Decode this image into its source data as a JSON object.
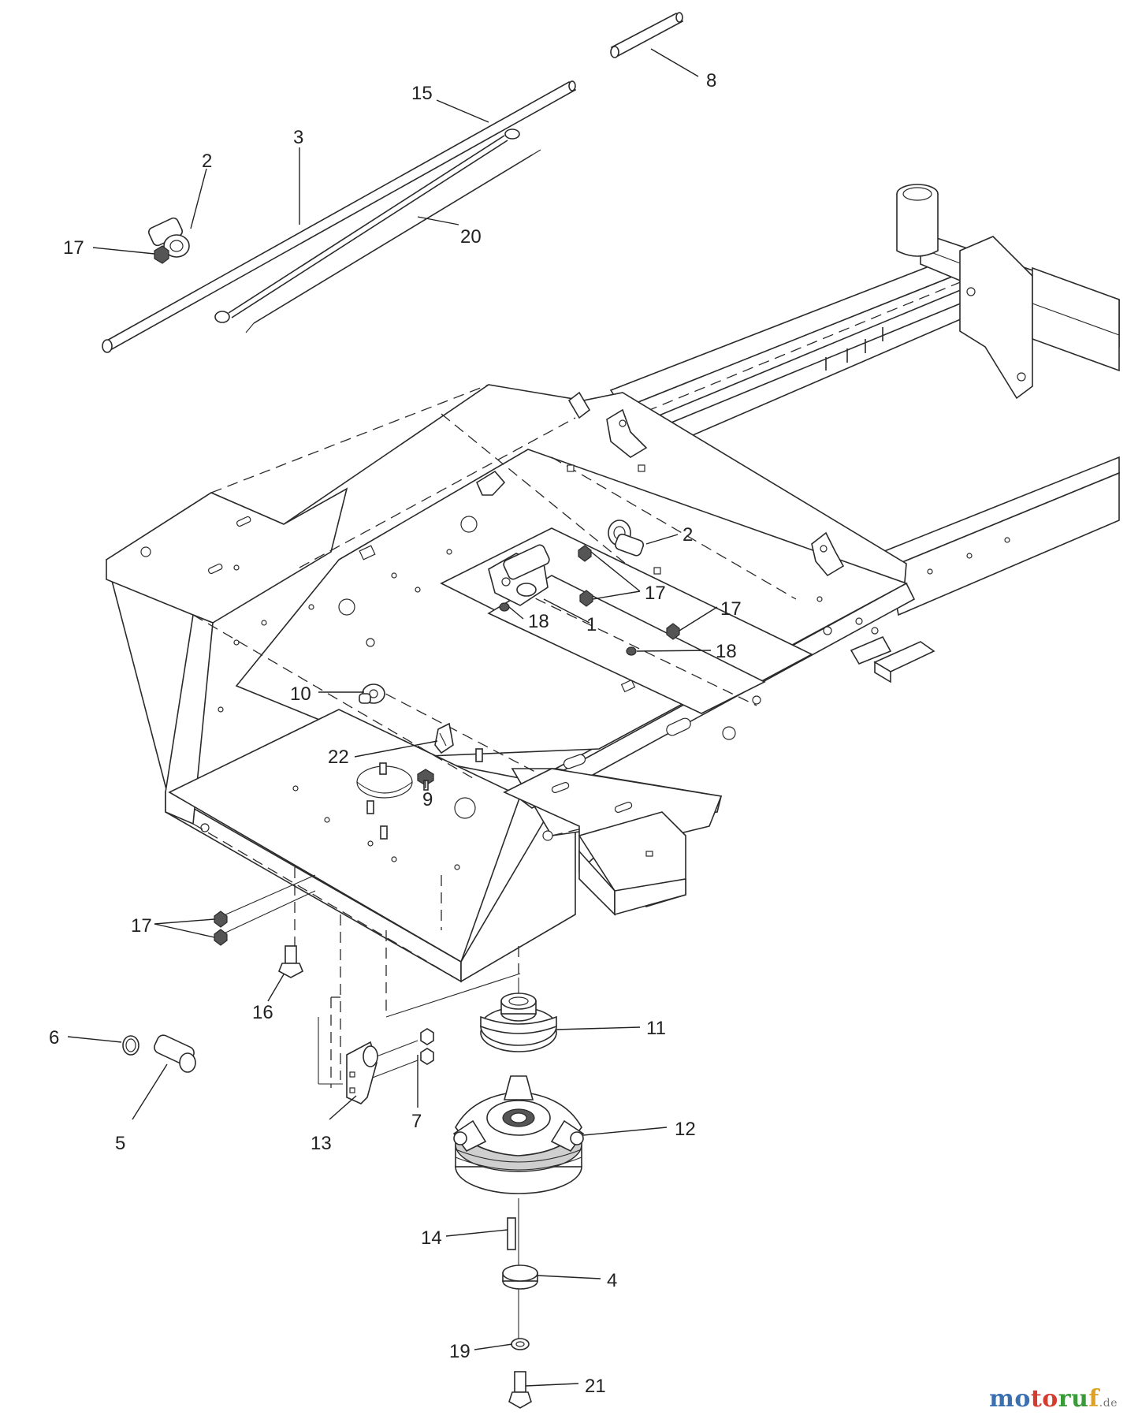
{
  "diagram": {
    "callouts": {
      "c1": "1",
      "c2a": "2",
      "c2b": "2",
      "c3": "3",
      "c4": "4",
      "c5": "5",
      "c6": "6",
      "c7": "7",
      "c8": "8",
      "c9": "9",
      "c10": "10",
      "c11": "11",
      "c12": "12",
      "c13": "13",
      "c14": "14",
      "c15": "15",
      "c16": "16",
      "c17a": "17",
      "c17b": "17",
      "c17c": "17",
      "c17d": "17",
      "c18a": "18",
      "c18b": "18",
      "c19": "19",
      "c20": "20",
      "c21": "21",
      "c22": "22"
    }
  },
  "watermark": {
    "brand": "motoruf",
    "suffix": ".de",
    "colors": [
      "#3a6fb0",
      "#d43c2f",
      "#3a9a3a",
      "#e0a020"
    ]
  }
}
